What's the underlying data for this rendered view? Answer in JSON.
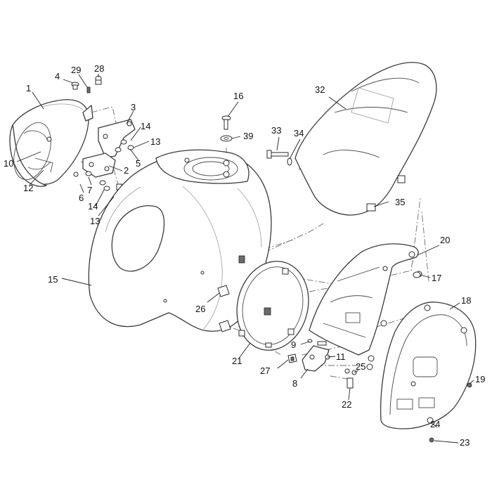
{
  "callouts": [
    {
      "n": "1"
    },
    {
      "n": "2"
    },
    {
      "n": "3"
    },
    {
      "n": "4"
    },
    {
      "n": "5"
    },
    {
      "n": "6"
    },
    {
      "n": "7"
    },
    {
      "n": "8"
    },
    {
      "n": "9"
    },
    {
      "n": "10"
    },
    {
      "n": "11"
    },
    {
      "n": "12"
    },
    {
      "n": "13"
    },
    {
      "n": "13"
    },
    {
      "n": "14"
    },
    {
      "n": "14"
    },
    {
      "n": "15"
    },
    {
      "n": "16"
    },
    {
      "n": "17"
    },
    {
      "n": "18"
    },
    {
      "n": "19"
    },
    {
      "n": "20"
    },
    {
      "n": "21"
    },
    {
      "n": "22"
    },
    {
      "n": "23"
    },
    {
      "n": "24"
    },
    {
      "n": "25"
    },
    {
      "n": "26"
    },
    {
      "n": "27"
    },
    {
      "n": "28"
    },
    {
      "n": "29"
    },
    {
      "n": "32"
    },
    {
      "n": "33"
    },
    {
      "n": "34"
    },
    {
      "n": "35"
    },
    {
      "n": "39"
    }
  ],
  "colors": {
    "line": "#3a3a3a",
    "background": "#ffffff"
  }
}
